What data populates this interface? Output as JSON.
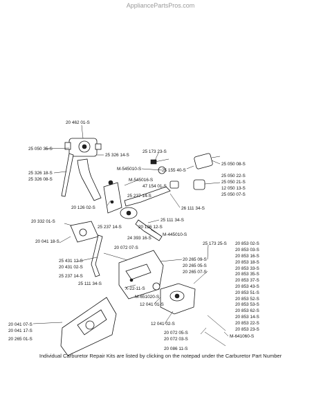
{
  "watermark": "AppliancePartsPros.com",
  "labels": [
    "20 462 01-S",
    "25 050 35-S",
    "25 326 14-S",
    "25 173 23-S",
    "25 050 08-S",
    "M-545010-S",
    "25 155 40-S",
    "25 326 18-S",
    "25 326 08-S",
    "M-545016-S",
    "47 154 01-S",
    "25 050 22-S",
    "25 050 21-S",
    "12 050 13-S",
    "25 050 07-S",
    "25 237 14-S",
    "26 111 34-S",
    "20 126 02-S",
    "25 111 34-S",
    "20 332 01-S",
    "25 237 14-S",
    "20 126 12-S",
    "M-445010-S",
    "24 393 16-S",
    "20 041 18-S",
    "20 072 07-S",
    "25 173 25-S",
    "20 853 02-S",
    "20 853 03-S",
    "20 853 16-S",
    "20 853 18-S",
    "20 853 33-S",
    "20 853 35-S",
    "20 853 37-S",
    "20 853 43-S",
    "20 853 51-S",
    "20 853 52-S",
    "20 853 53-S",
    "20 853 62-S",
    "20 853 14-S",
    "20 853 22-S",
    "20 853 23-S",
    "25 431 12-S",
    "20 431 02-S",
    "20 265 09-S",
    "20 265 05-S",
    "20 265 07-S",
    "25 237 14-S",
    "25 111 34-S",
    "X-22-11-S",
    "M-651020-S",
    "12 041 01-S",
    "12 041 02-S",
    "20 041 07-S",
    "20 041 17-S",
    "20 265 01-S",
    "20 072 05-S",
    "20 072 03-S",
    "M-641060-S",
    "20 086 11-S"
  ],
  "footnote": "Individual Carburetor Repair Kits are listed by clicking on the notepad under the Carburetor Part Number"
}
